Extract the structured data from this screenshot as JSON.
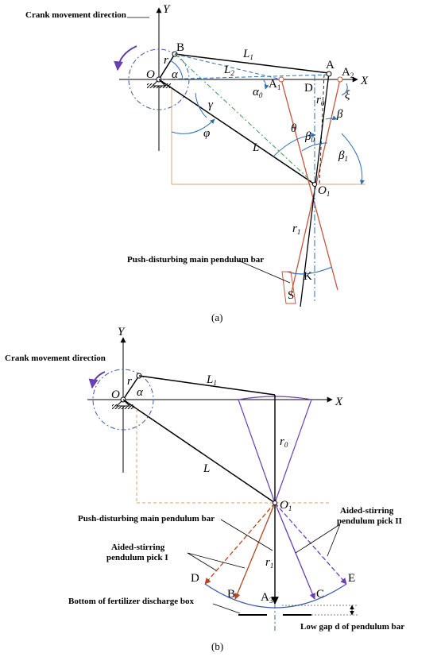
{
  "panel_a": {
    "caption": "(a)",
    "crank_direction": "Crank movement direction",
    "main_bar": "Push-disturbing main pendulum bar",
    "axes": {
      "x": "X",
      "y": "Y"
    },
    "points": {
      "o": "O",
      "b": "B",
      "a": "A",
      "a1": "A",
      "a1_sub": "1",
      "a2": "A",
      "a2_sub": "2",
      "d": "D",
      "o1": "O",
      "o1_sub": "1",
      "k": "K",
      "s": "S"
    },
    "symbols": {
      "r": "r",
      "alpha": "α",
      "gamma": "γ",
      "phi": "φ",
      "L": "L",
      "L1": "L",
      "L1_sub": "1",
      "L2": "L",
      "L2_sub": "2",
      "alpha0": "α",
      "alpha0_sub": "0",
      "r0": "r",
      "r0_sub": "0",
      "theta": "θ",
      "beta": "β",
      "beta0": "β",
      "beta0_sub": "0",
      "beta1": "β",
      "beta1_sub": "1",
      "xi": "ξ",
      "r1": "r",
      "r1_sub": "1"
    }
  },
  "panel_b": {
    "caption": "(b)",
    "crank_direction": "Crank movement direction",
    "main_bar": "Push-disturbing main pendulum bar",
    "pick_1": [
      "Aided-stirring",
      "pendulum pick I"
    ],
    "pick_2": [
      "Aided-stirring",
      "pendulum pick II"
    ],
    "bottom_box": "Bottom of fertilizer discharge box",
    "low_gap": "Low gap d of pendulum bar",
    "axes": {
      "x": "X",
      "y": "Y"
    },
    "points": {
      "o": "O",
      "o1": "O",
      "o1_sub": "1",
      "b": "B",
      "c": "C",
      "d": "D",
      "e": "E",
      "a3": "A",
      "a3_sub": "3"
    },
    "symbols": {
      "r": "r",
      "alpha": "α",
      "L": "L",
      "L1": "L",
      "L1_sub": "1",
      "r0": "r",
      "r0_sub": "0",
      "r1": "r",
      "r1_sub": "1"
    }
  },
  "colors": {
    "pendulum": "#c8553a",
    "pick": "#6a3fb4",
    "guide": "#2f6fb3",
    "dash_green": "#3a9a4f",
    "dash_orange": "#d9a070"
  }
}
